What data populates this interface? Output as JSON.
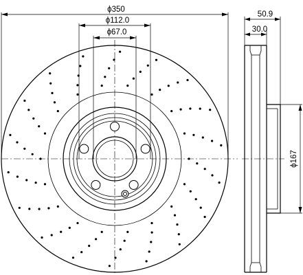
{
  "dimensions": {
    "outer_diameter": "350",
    "hub_diameter": "112.0",
    "center_bore": "67.0",
    "total_thickness": "50.9",
    "disc_thickness": "30.0",
    "hat_diameter": "167"
  },
  "symbols": {
    "diameter": "ϕ"
  }
}
